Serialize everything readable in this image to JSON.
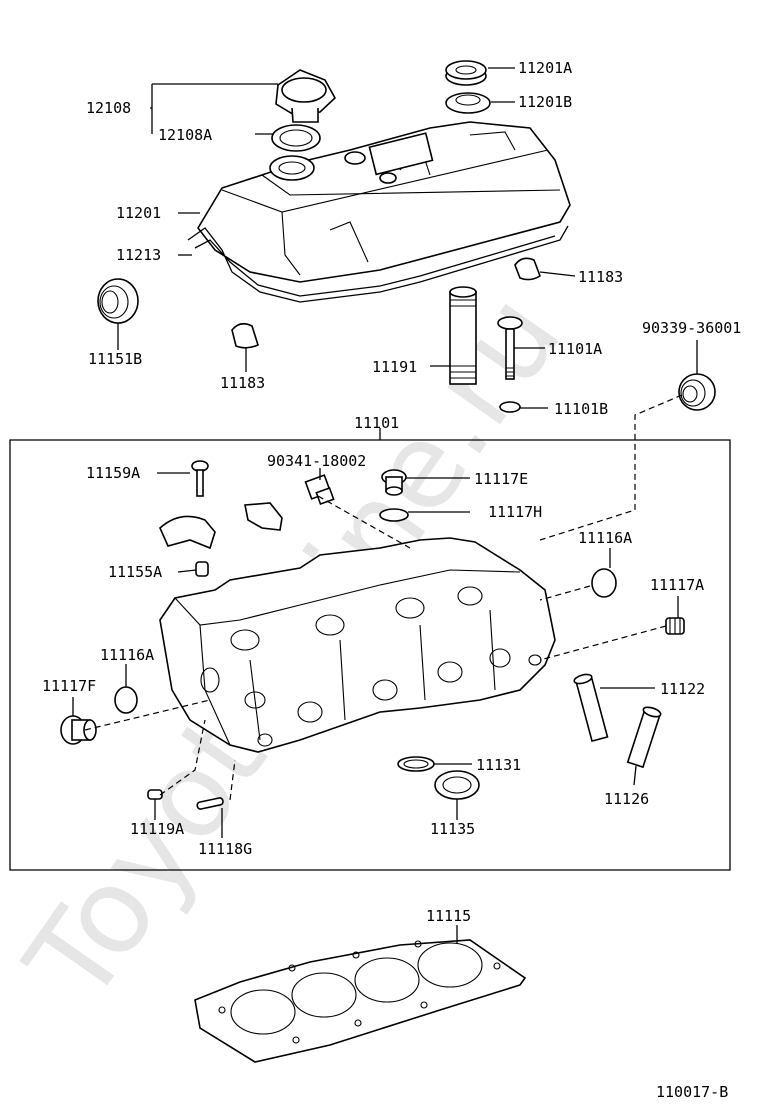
{
  "watermark": "ToyotaMine.ru",
  "diagram_code": "110017-B",
  "labels": {
    "p12108": "12108",
    "p12108A": "12108A",
    "p11201A": "11201A",
    "p11201B": "11201B",
    "p11201": "11201",
    "p11213": "11213",
    "p11183_right": "11183",
    "p11151B": "11151B",
    "p11183_left": "11183",
    "p11191": "11191",
    "p11101A": "11101A",
    "p90339": "90339-36001",
    "p11101B": "11101B",
    "p11101": "11101",
    "p11159A": "11159A",
    "p90341": "90341-18002",
    "p11117E": "11117E",
    "p11117H": "11117H",
    "p11116A_right": "11116A",
    "p11155A": "11155A",
    "p11117A": "11117A",
    "p11116A_left": "11116A",
    "p11117F": "11117F",
    "p11122": "11122",
    "p11131": "11131",
    "p11126": "11126",
    "p11119A": "11119A",
    "p11135": "11135",
    "p11118G": "11118G",
    "p11115": "11115"
  }
}
